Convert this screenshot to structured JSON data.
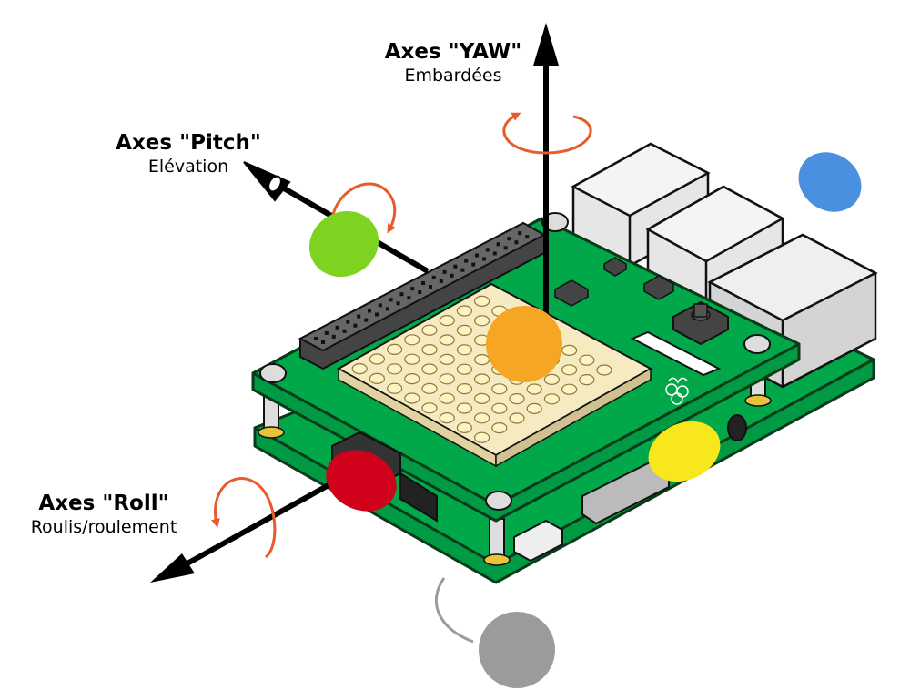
{
  "axes": {
    "yaw": {
      "title": "Axes \"YAW\"",
      "subtitle": "Embardées"
    },
    "pitch": {
      "title": "Axes \"Pitch\"",
      "subtitle": "Elévation"
    },
    "roll": {
      "title": "Axes \"Roll\"",
      "subtitle": "Roulis/roulement"
    }
  },
  "led_matrix": {
    "rows": 8,
    "cols": 8
  },
  "colors": {
    "board": "#009a44",
    "board_outline": "#0a3a1a",
    "board_pad": "#e8c43a",
    "sensor_led_panel": "#f5eac0",
    "led": "#fff3c4",
    "rotation_arrow": "#e85a2a",
    "marker_blue": "#4a90e0",
    "marker_green": "#7ed321",
    "marker_orange": "#f5a623",
    "marker_yellow": "#f8e71c",
    "marker_red": "#d0021b",
    "marker_gray": "#9b9b9b",
    "port_metal": "#d8d8d8"
  }
}
